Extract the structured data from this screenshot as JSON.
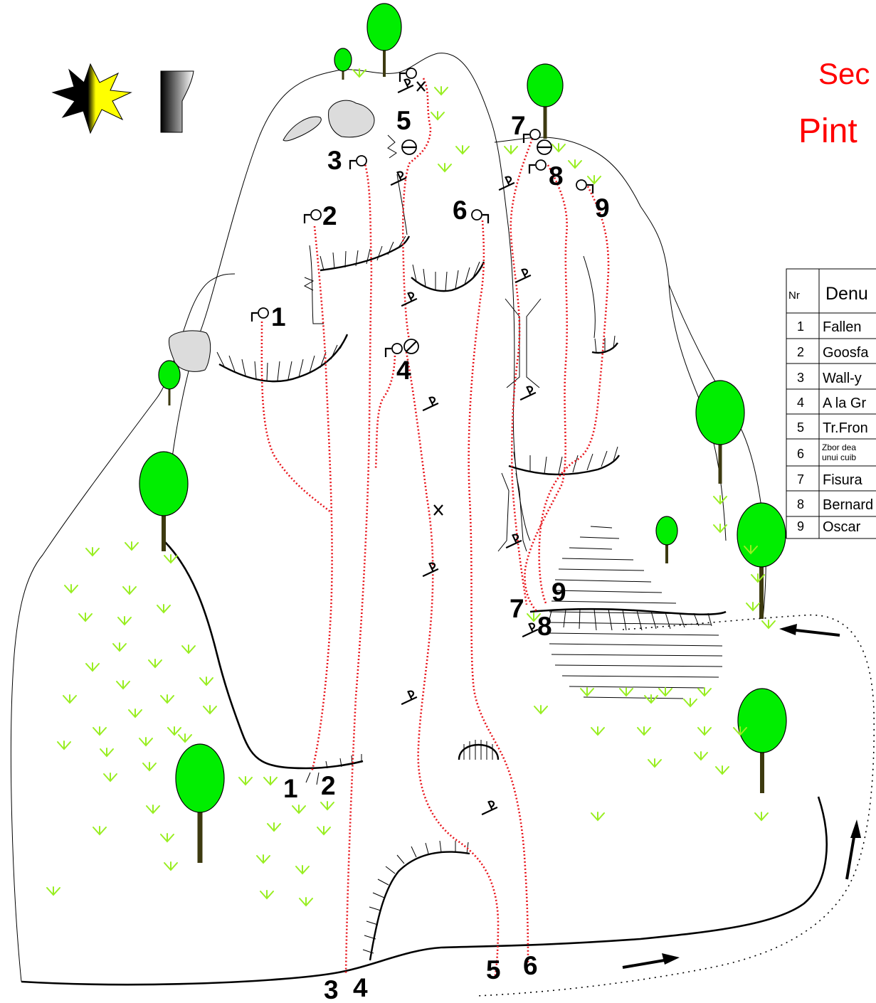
{
  "title": {
    "line1": "Sec",
    "line2": "Pint"
  },
  "colors": {
    "route": "#e8141b",
    "title": "#ff0000",
    "tree": "#00ee00",
    "grass": "#99ee22"
  },
  "icons": [
    "sun-shade-icon",
    "rock-profile-icon"
  ],
  "route_labels": {
    "top": [
      "1",
      "2",
      "3",
      "4",
      "5",
      "6",
      "7",
      "8",
      "9"
    ],
    "bottom": [
      "1",
      "2",
      "3",
      "4",
      "5",
      "6",
      "7",
      "8",
      "9"
    ]
  },
  "table": {
    "header": {
      "nr": "Nr",
      "name": "Denu"
    },
    "rows": [
      {
        "nr": "1",
        "name": "Fallen"
      },
      {
        "nr": "2",
        "name": "Goosfa"
      },
      {
        "nr": "3",
        "name": "Wall-y"
      },
      {
        "nr": "4",
        "name": "A la Gr"
      },
      {
        "nr": "5",
        "name": "Tr.Fron"
      },
      {
        "nr": "6",
        "name": "Zbor dea",
        "name2": "unui cuib"
      },
      {
        "nr": "7",
        "name": "Fisura"
      },
      {
        "nr": "8",
        "name": "Bernard"
      },
      {
        "nr": "9",
        "name": "Oscar"
      }
    ]
  }
}
